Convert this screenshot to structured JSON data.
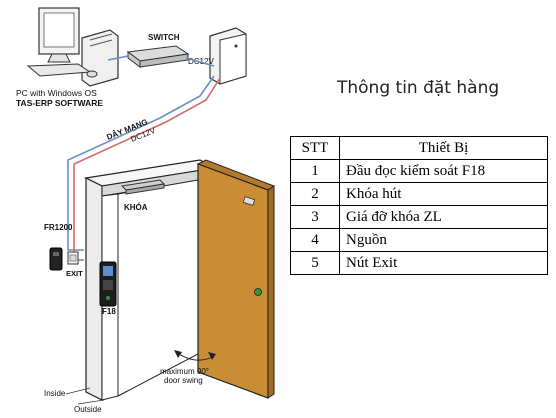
{
  "diagram": {
    "pc_label_1": "PC with Windows OS",
    "pc_label_2": "TAS-ERP SOFTWARE",
    "switch_label": "SWITCH",
    "dc12v_top": "DC12V",
    "cable_label": "DÂY MẠNG",
    "dc12v_cable": "DC12V",
    "lock_label": "KHÓA",
    "fr1200_label": "FR1200",
    "exit_label": "EXIT",
    "f18_label": "F18",
    "swing_label_1": "maximum 90°",
    "swing_label_2": "door swing",
    "inside_label": "Inside",
    "outside_label": "Outside"
  },
  "order": {
    "title": "Thông tin đặt hàng",
    "headers": [
      "STT",
      "Thiết Bị"
    ],
    "rows": [
      {
        "stt": "1",
        "item": "Đầu đọc kiểm soát F18"
      },
      {
        "stt": "2",
        "item": "Khóa hút"
      },
      {
        "stt": "3",
        "item": "Giá đỡ khóa ZL"
      },
      {
        "stt": "4",
        "item": "Nguồn"
      },
      {
        "stt": "5",
        "item": "Nút Exit"
      }
    ]
  },
  "colors": {
    "door": "#c98d35",
    "wall_shadow": "#d8d8d8",
    "cable_blue": "#6b8fc4",
    "cable_red": "#d46a6a",
    "reader_green": "#2a9a3a"
  }
}
